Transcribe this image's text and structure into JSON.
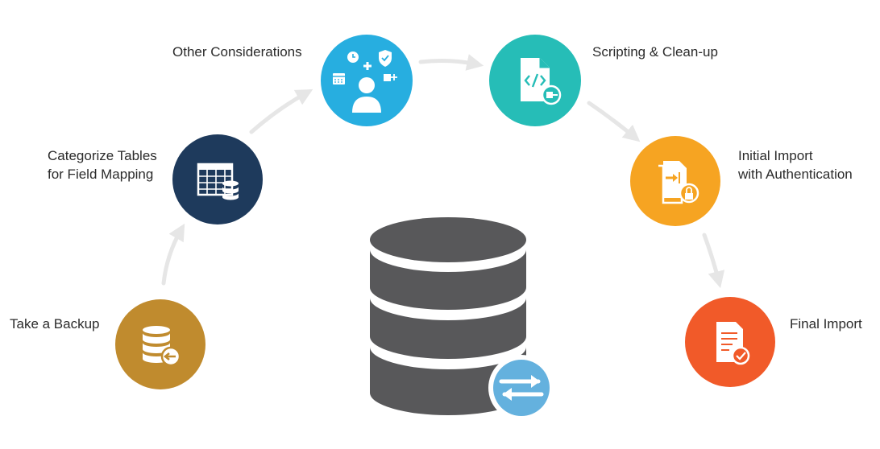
{
  "steps": [
    {
      "id": "backup",
      "lines": [
        "Take a Backup"
      ],
      "color": "#c08b2e",
      "icon": "database-arrow-icon"
    },
    {
      "id": "categorize",
      "lines": [
        "Categorize Tables",
        "for Field Mapping"
      ],
      "color": "#1e3a5c",
      "icon": "table-database-icon"
    },
    {
      "id": "other",
      "lines": [
        "Other Considerations"
      ],
      "color": "#27aee0",
      "icon": "user-considerations-icon"
    },
    {
      "id": "scripting",
      "lines": [
        "Scripting & Clean-up"
      ],
      "color": "#26bdb7",
      "icon": "code-file-icon"
    },
    {
      "id": "initial",
      "lines": [
        "Initial Import",
        "with Authentication"
      ],
      "color": "#f6a422",
      "icon": "import-lock-icon"
    },
    {
      "id": "final",
      "lines": [
        "Final Import"
      ],
      "color": "#f15a29",
      "icon": "document-check-icon"
    }
  ],
  "center": {
    "icon": "database-sync-icon",
    "db_color": "#58585a",
    "badge_color": "#64b1de"
  },
  "arrow_color": "#e6e6e6"
}
